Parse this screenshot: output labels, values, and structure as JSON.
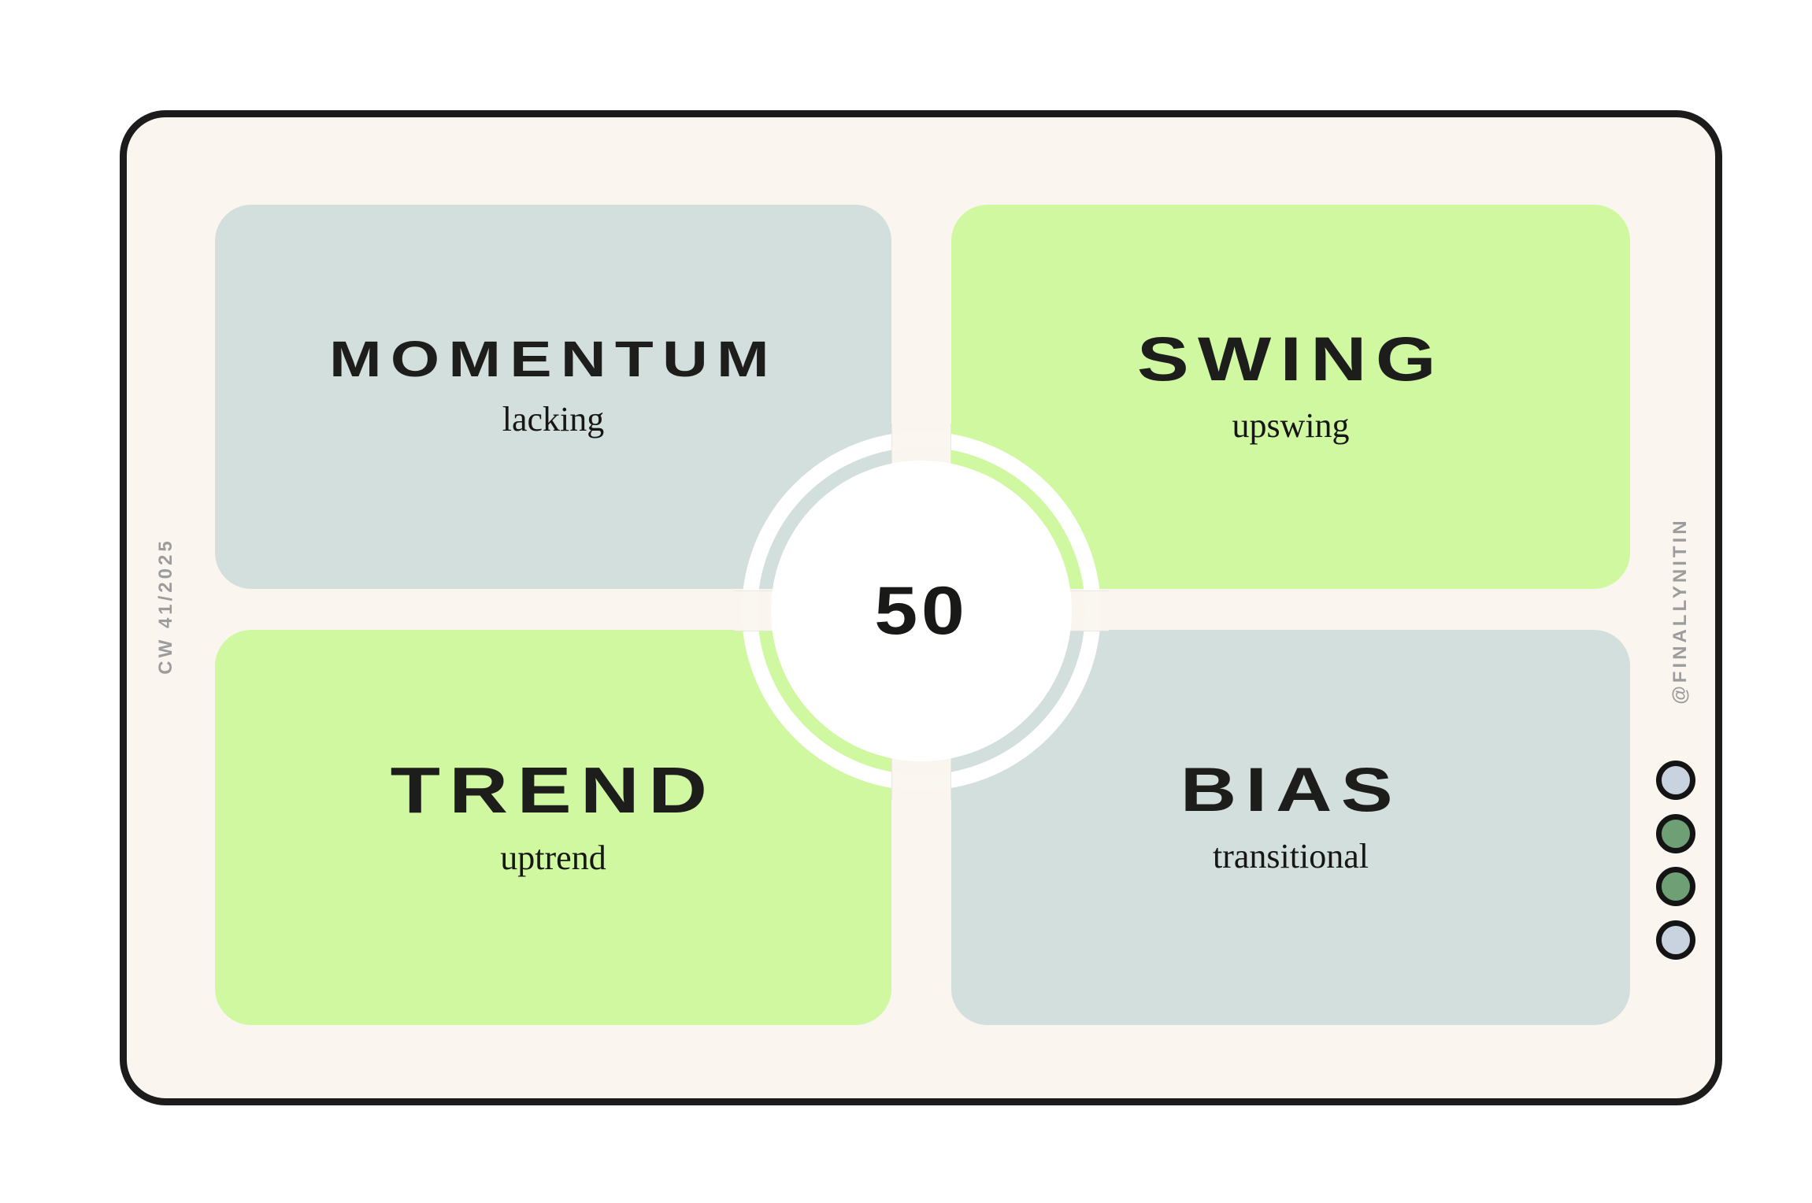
{
  "page": {
    "background": "#FFFFFF"
  },
  "card": {
    "background": "#FAF6EF",
    "border_color": "#1C1C1C"
  },
  "watermarks": {
    "left": "CW 41/2025",
    "right": "@FINALLYNITIN",
    "color": "#9C9C9C"
  },
  "score": {
    "value": "50"
  },
  "quadrants": {
    "momentum": {
      "title": "MOMENTUM",
      "subtitle": "lacking",
      "color": "#D3DFDC"
    },
    "swing": {
      "title": "SWING",
      "subtitle": "upswing",
      "color": "#CFF8A1"
    },
    "trend": {
      "title": "TREND",
      "subtitle": "uptrend",
      "color": "#CFF8A1"
    },
    "bias": {
      "title": "BIAS",
      "subtitle": "transitional",
      "color": "#D3DFDC"
    }
  },
  "dots": {
    "border_color": "#141414",
    "items": [
      {
        "name": "dot-1",
        "color": "#C9D2DF"
      },
      {
        "name": "dot-2",
        "color": "#6FA075"
      },
      {
        "name": "dot-3",
        "color": "#6FA075"
      },
      {
        "name": "dot-4",
        "color": "#C9D2DF"
      }
    ]
  }
}
